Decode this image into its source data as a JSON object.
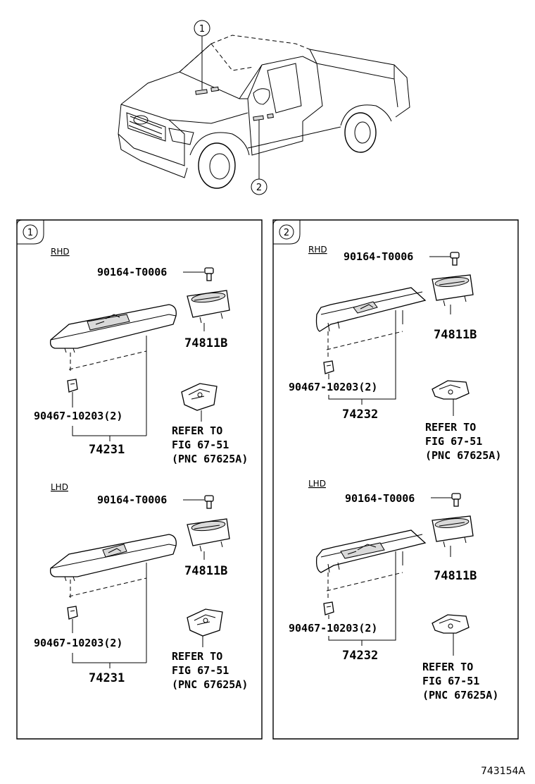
{
  "callouts": {
    "one": "1",
    "two": "2"
  },
  "panel_left": {
    "number": "1",
    "rhd": {
      "variant": "RHD",
      "screw": "90164-T0006",
      "cover": "74811B",
      "clip": "90467-10203(2)",
      "panel": "74231",
      "refer": [
        "REFER TO",
        "FIG 67-51",
        "(PNC 67625A)"
      ]
    },
    "lhd": {
      "variant": "LHD",
      "screw": "90164-T0006",
      "cover": "74811B",
      "clip": "90467-10203(2)",
      "panel": "74231",
      "refer": [
        "REFER TO",
        "FIG 67-51",
        "(PNC 67625A)"
      ]
    }
  },
  "panel_right": {
    "number": "2",
    "rhd": {
      "variant": "RHD",
      "screw": "90164-T0006",
      "cover": "74811B",
      "clip": "90467-10203(2)",
      "panel": "74232",
      "refer": [
        "REFER TO",
        "FIG 67-51",
        "(PNC 67625A)"
      ]
    },
    "lhd": {
      "variant": "LHD",
      "screw": "90164-T0006",
      "cover": "74811B",
      "clip": "90467-10203(2)",
      "panel": "74232",
      "refer": [
        "REFER TO",
        "FIG 67-51",
        "(PNC 67625A)"
      ]
    }
  },
  "figure_id": "743154A"
}
